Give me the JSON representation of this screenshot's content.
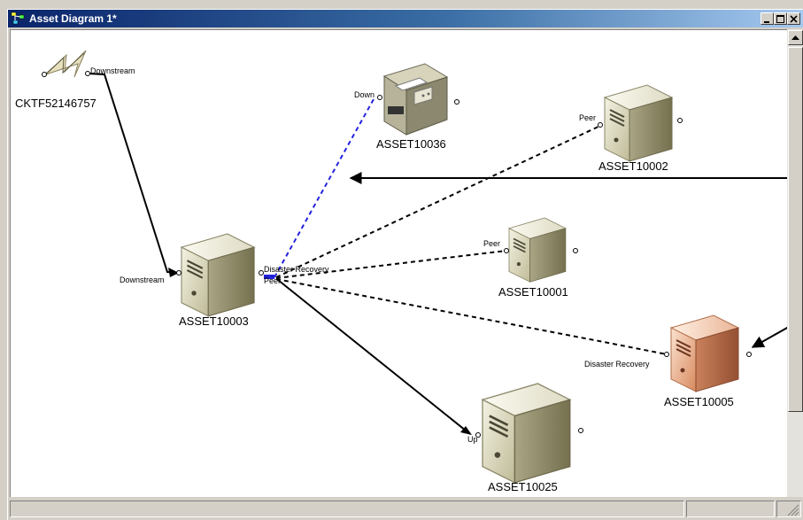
{
  "window": {
    "title": "Asset Diagram 1*",
    "buttons": {
      "minimize": "minimize-icon",
      "maximize": "maximize-icon",
      "close": "close-icon"
    }
  },
  "diagram": {
    "nodes": [
      {
        "id": "ckt",
        "label": "CKTF52146757",
        "icon": "circuit-bolt-icon"
      },
      {
        "id": "a36",
        "label": "ASSET10036",
        "icon": "printer-icon"
      },
      {
        "id": "a02",
        "label": "ASSET10002",
        "icon": "server-icon"
      },
      {
        "id": "a03",
        "label": "ASSET10003",
        "icon": "server-icon"
      },
      {
        "id": "a01",
        "label": "ASSET10001",
        "icon": "server-icon"
      },
      {
        "id": "a05",
        "label": "ASSET10005",
        "icon": "server-highlighted-icon"
      },
      {
        "id": "a25",
        "label": "ASSET10025",
        "icon": "server-icon"
      }
    ],
    "port_labels": {
      "ckt_out": "Downstream",
      "a03_in": "Downstream",
      "a36_in": "Down",
      "a02_in": "Peer",
      "a01_in": "Peer",
      "a05_in": "Disaster Recovery",
      "a25_in": "Up",
      "a03_out_dr": "Disaster Recovery",
      "a03_out_peer": "Peer"
    },
    "link_colors": {
      "solid": "#000000",
      "dashed": "#000000",
      "selected": "#2222dd"
    },
    "node_colors": {
      "server": "#dcd9bf",
      "highlighted": "#e7a681"
    }
  }
}
